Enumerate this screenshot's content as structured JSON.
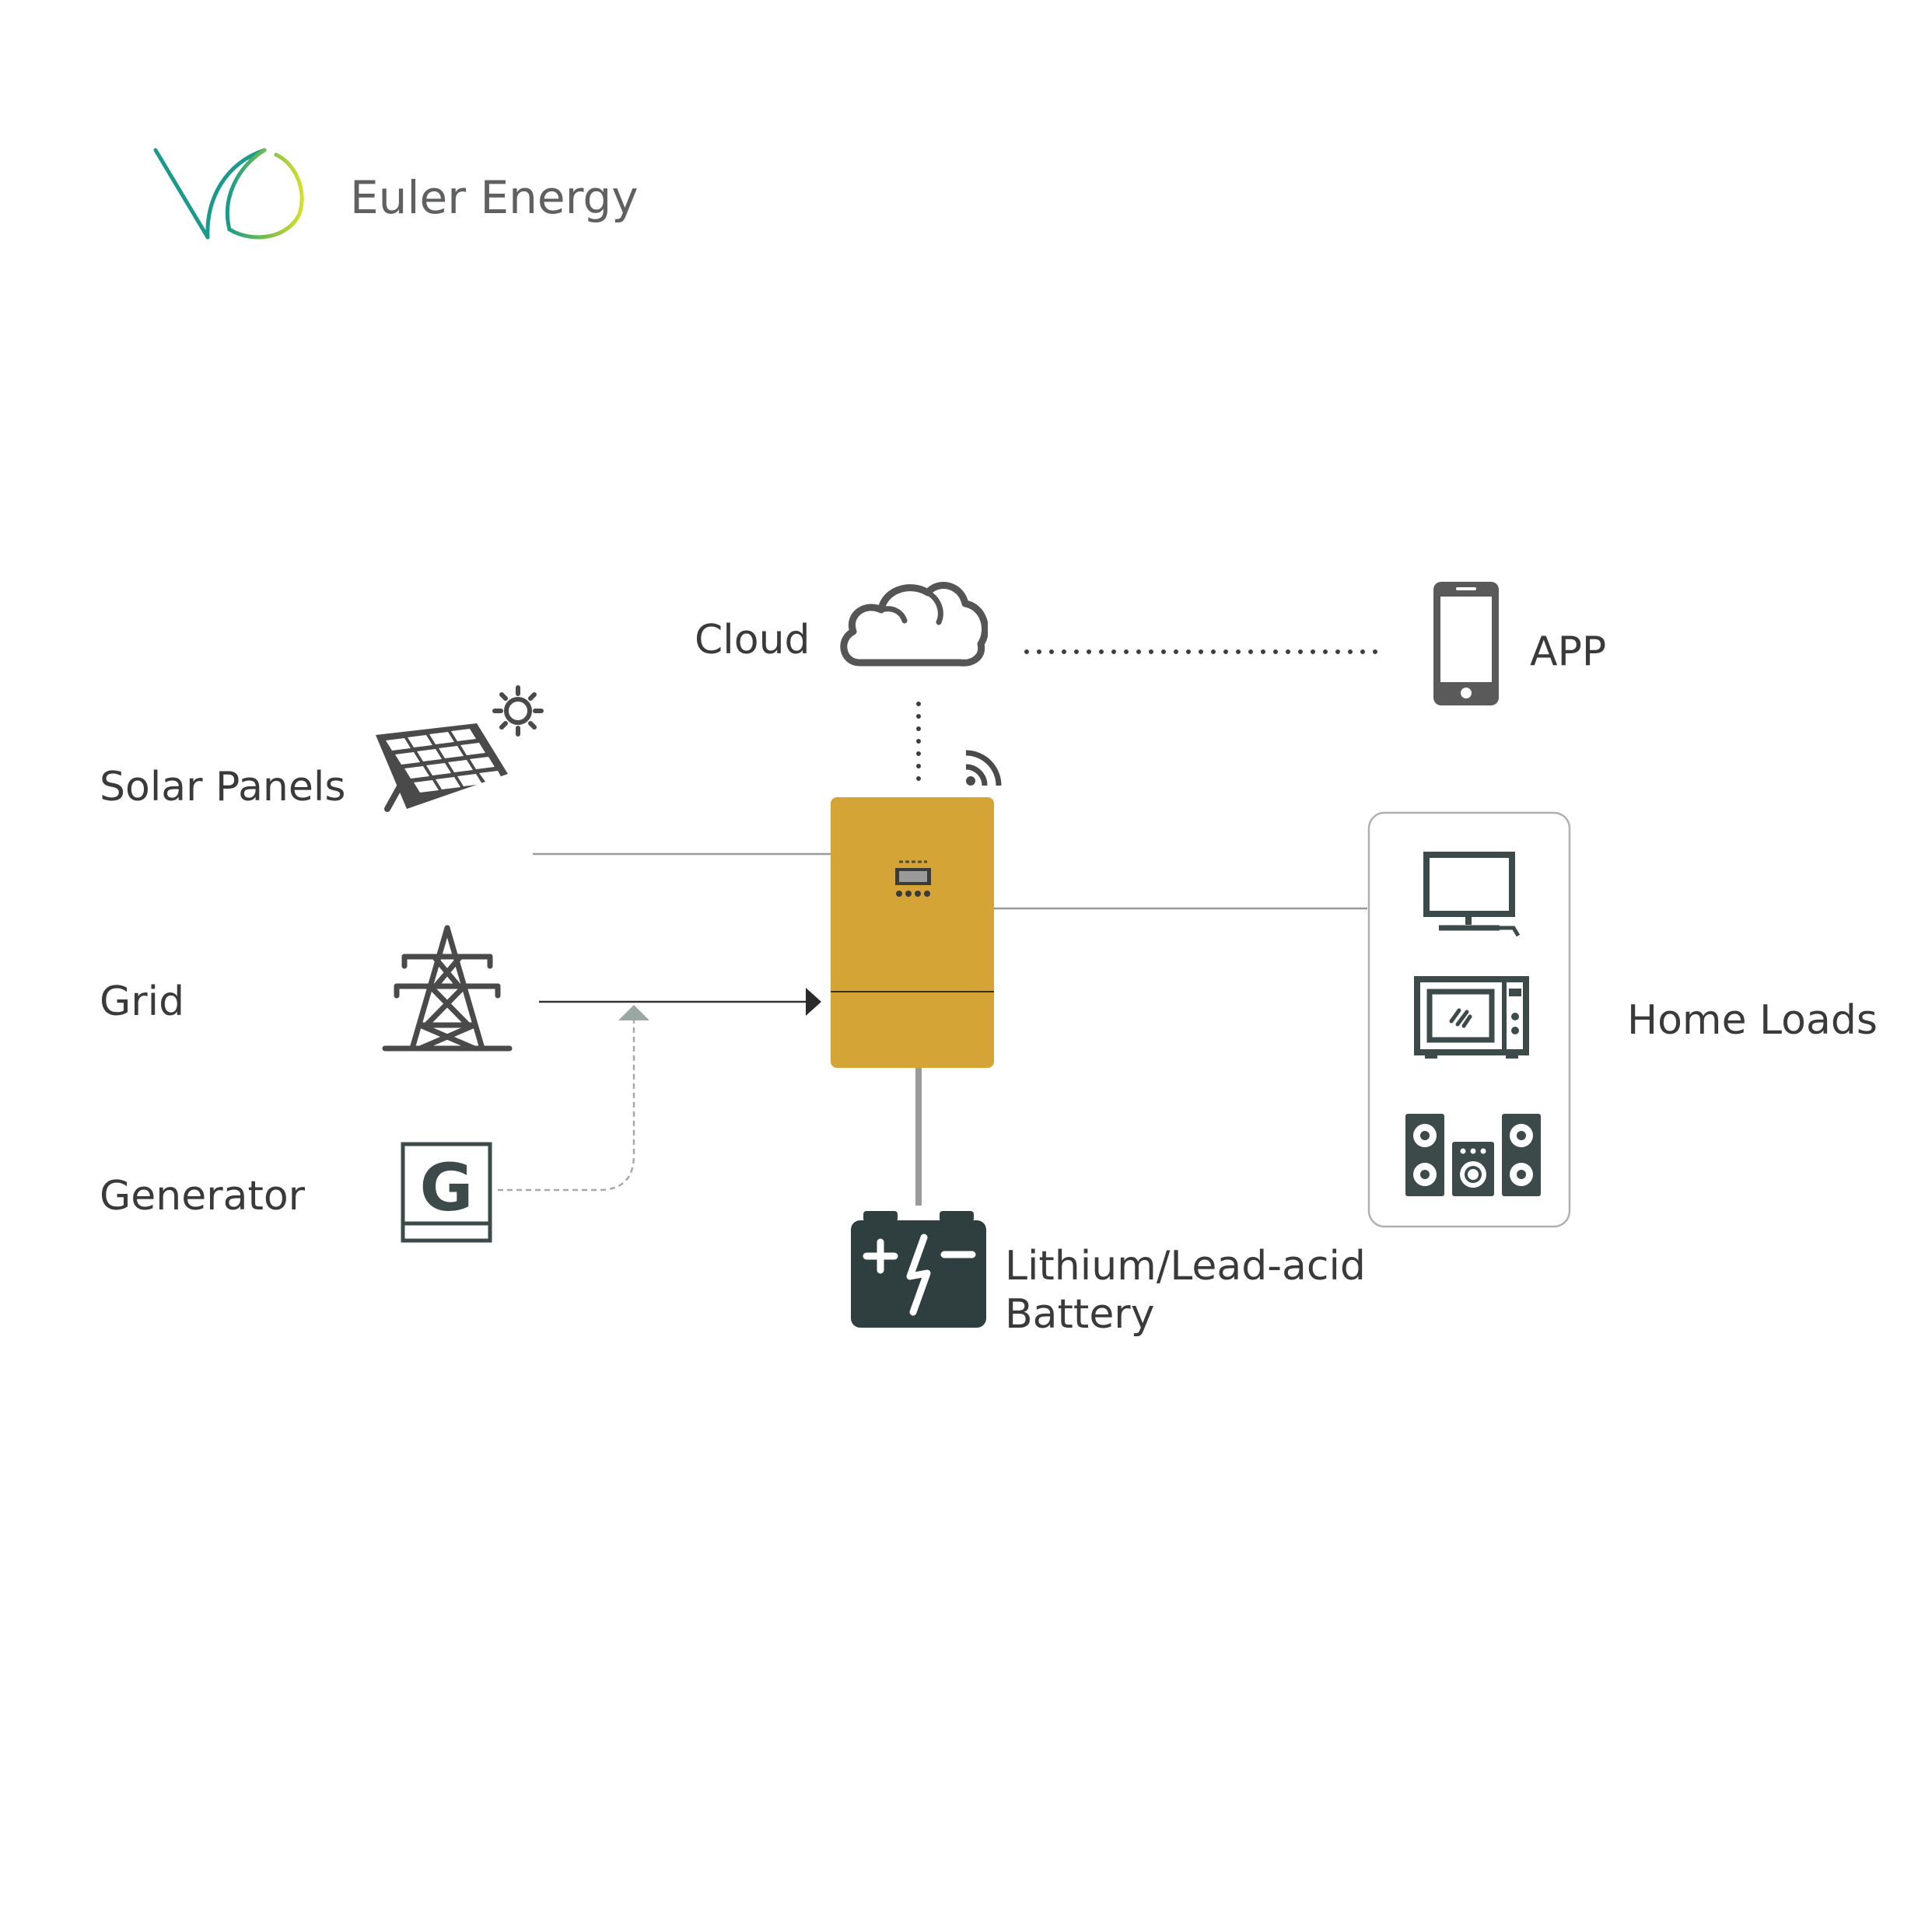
{
  "brand": {
    "name": "Euler Energy",
    "colors": {
      "teal": "#1a9a8a",
      "lime": "#d4df2b",
      "text": "#5f6060"
    }
  },
  "nodes": {
    "cloud": {
      "label": "Cloud",
      "icon": "cloud-icon"
    },
    "app": {
      "label": "APP",
      "icon": "smartphone-icon"
    },
    "solar": {
      "label": "Solar Panels",
      "icon": "solar-panel-icon"
    },
    "grid": {
      "label": "Grid",
      "icon": "power-tower-icon"
    },
    "generator": {
      "label": "Generator",
      "icon": "generator-icon"
    },
    "battery": {
      "label_line1": "Lithium/Lead-acid",
      "label_line2": "Battery",
      "icon": "battery-icon"
    },
    "home_loads": {
      "label": "Home Loads",
      "icons": [
        "tv-icon",
        "microwave-icon",
        "speakers-icon"
      ]
    },
    "inverter": {
      "icon": "inverter-icon",
      "color": "#d4a536"
    }
  },
  "colors": {
    "icon_dark": "#3d4a4a",
    "icon_gray": "#5a5a5a",
    "line_gray": "#9a9a9a",
    "arrow_light": "#9aa8a4"
  }
}
